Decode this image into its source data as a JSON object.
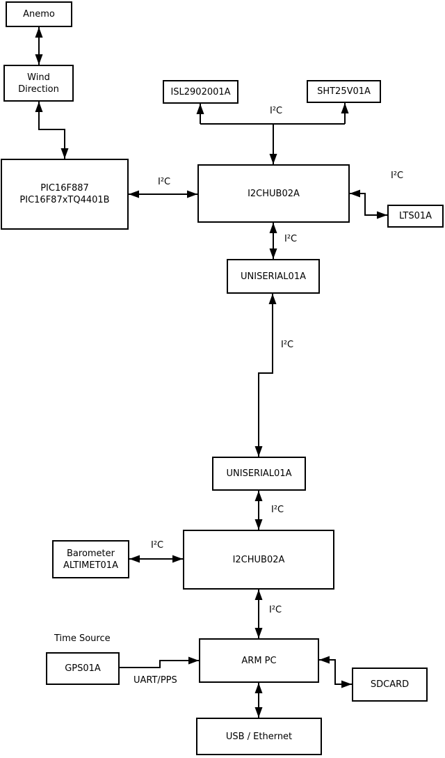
{
  "colors": {
    "background": "#ffffff",
    "box_fill": "#ffffff",
    "stroke": "#000000",
    "text": "#000000"
  },
  "nodes": {
    "anemo": {
      "label": "Anemo"
    },
    "wind_direction": {
      "line1": "Wind",
      "line2": "Direction"
    },
    "pic": {
      "line1": "PIC16F887",
      "line2": "PIC16F87xTQ4401B"
    },
    "isl": {
      "label": "ISL2902001A"
    },
    "sht": {
      "label": "SHT25V01A"
    },
    "i2chub_top": {
      "label": "I2CHUB02A"
    },
    "lts": {
      "label": "LTS01A"
    },
    "uniserial_top": {
      "label": "UNISERIAL01A"
    },
    "uniserial_bottom": {
      "label": "UNISERIAL01A"
    },
    "i2chub_bottom": {
      "label": "I2CHUB02A"
    },
    "barometer": {
      "line1": "Barometer",
      "line2": "ALTIMET01A"
    },
    "gps": {
      "label": "GPS01A"
    },
    "arm_pc": {
      "label": "ARM PC"
    },
    "sdcard": {
      "label": "SDCARD"
    },
    "usb_ethernet": {
      "label": "USB / Ethernet"
    }
  },
  "edge_labels": {
    "i2c_sensors": "I²C",
    "i2c_pic": "I²C",
    "i2c_lts": "I²C",
    "i2c_hub_uniserial": "I²C",
    "i2c_long_link": "I²C",
    "i2c_uniserial_hub": "I²C",
    "i2c_barometer": "I²C",
    "i2c_arm": "I²C",
    "time_source": "Time Source",
    "uart_pps": "UART/PPS"
  }
}
